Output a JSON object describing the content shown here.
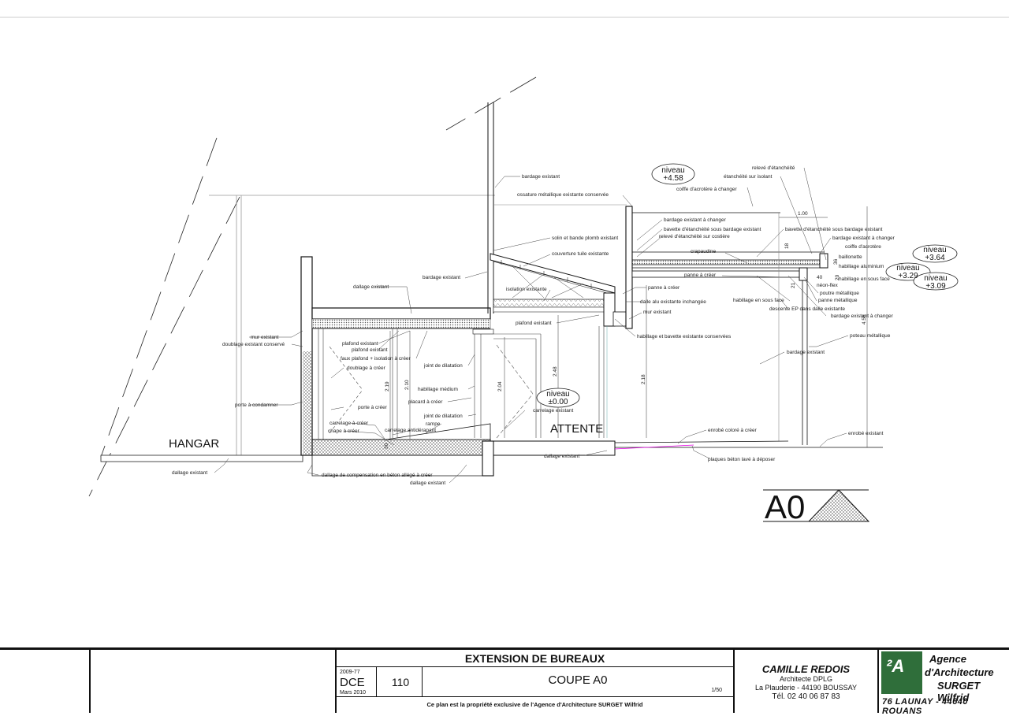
{
  "labels": {
    "bardage_existant_top": "bardage existant",
    "ossature": "ossature métallique existante conservée",
    "niveau_458": "niveau",
    "niveau_458_v": "+4.58",
    "coiffe_acrotere_changer": "coiffe d'acrotère à changer",
    "releve_etancheite": "relevé d'étanchéité",
    "etancheite_isolant": "étanchéité sur isolant",
    "bardage_changer_1": "bardage existant à changer",
    "bavette_etancheite_1": "bavette d'étanchéité sous bardage existant",
    "releve_costiere": "relevé d'étanchéité sur costière",
    "bavette_etancheite_2": "bavette d'étanchéité sous bardage existant",
    "bardage_changer_2": "bardage existant à changer",
    "coiffe_acrotere": "coiffe d'acrotère",
    "baillonette": "baillonette",
    "habillage_alu": "habillage aluminium",
    "habillage_sous_face_1": "habillage en sous face",
    "crapaudine": "crapaudine",
    "panne_creer_1": "panne à créer",
    "neon_flex": "néon-flex",
    "poutre_metallique": "poutre métallique",
    "panne_metallique": "panne métallique",
    "habillage_sous_face_2": "habillage en sous face",
    "descente_ep": "descente EP dans dalle existante",
    "bardage_changer_3": "bardage existant à changer",
    "solin": "solin et bande plomb existant",
    "couverture_tuile": "couverture tuile existante",
    "bardage_existant_mid": "bardage existant",
    "isolation_existante": "isolation existante",
    "panne_creer_2": "panne à créer",
    "dalle_alu": "dalle alu existante inchangée",
    "mur_existant_right": "mur existant",
    "plafond_existant_1": "plafond existant",
    "habillage_bavette": "habillage et bavette existante conservées",
    "poteau_metallique": "poteau métallique",
    "bardage_existant_right": "bardage existant",
    "dallage_existant_top": "dallage existant",
    "mur_existant_left": "mur existant",
    "doublage_conserve": "doublage existant conservé",
    "plafond_existant_2": "plafond existant",
    "plafond_existant_3": "plafond existant",
    "faux_plafond": "faux plafond + isolation à créer",
    "joint_dilatation_1": "joint de dilatation",
    "doublage_creer": "doublage à créer",
    "habillage_medium": "habillage médium",
    "placard_creer": "placard à créer",
    "porte_condamner": "porte à condamner",
    "porte_creer": "porte à créer",
    "joint_dilatation_2": "joint de dilatation",
    "rampe": "rampe",
    "carrelage_existant": "carrelage existant",
    "carrelage_creer": "carrelage à créer",
    "chape_creer": "chape à créer",
    "carrelage_antiderapant": "carrelage antidérapant",
    "enrobe_colore": "enrobé coloré à créer",
    "enrobe_existant": "enrobé existant",
    "plaques_beton": "plaques béton lavé à déposer",
    "dallage_existant_mid": "dallage existant",
    "dallage_existant_left": "dallage existant",
    "dallage_compensation": "dallage de compensation en béton allégé à créer",
    "dallage_existant_bottom": "dallage existant",
    "hangar": "HANGAR",
    "attente": "ATTENTE",
    "niveau_000": "niveau",
    "niveau_000_v": "±0.00",
    "niveau_364": "niveau",
    "niveau_364_v": "+3.64",
    "niveau_329": "niveau",
    "niveau_329_v": "+3.29",
    "niveau_309": "niveau",
    "niveau_309_v": "+3.09",
    "section_mark": "A0"
  },
  "dimensions": {
    "d_100": "1.00",
    "d_18": "18",
    "d_36": "36",
    "d_20": "20",
    "d_40": "40",
    "d_21": "21",
    "d_458": "4.58",
    "d_219": "2.19",
    "d_210": "2.10",
    "d_248": "2.48",
    "d_204": "2.04",
    "d_218": "2.18",
    "d_30": "30"
  },
  "cartouche": {
    "project_title": "EXTENSION DE BUREAUX",
    "year_ref": "2009-77",
    "phase": "DCE",
    "date": "Mars 2010",
    "sheet_number": "110",
    "sheet_title": "COUPE A0",
    "scale": "1/50",
    "ownership_note": "Ce plan est la propriété exclusive de l'Agence d'Architecture SURGET Wilfrid",
    "client_name": "CAMILLE REDOIS",
    "client_role": "Architecte DPLG",
    "client_address": "La Plauderie - 44190 BOUSSAY",
    "client_phone": "Tél. 02 40 06 87 83",
    "agency_line1": "Agence",
    "agency_line2": "d'Architecture",
    "agency_line3": "SURGET Wilfrid",
    "agency_address": "76 LAUNAY - 44640 ROUANS"
  },
  "colors": {
    "line": "#1a1a1a",
    "hatch": "#444444",
    "accent_magenta": "#e600e6",
    "logo_green": "#2f6e3a"
  }
}
